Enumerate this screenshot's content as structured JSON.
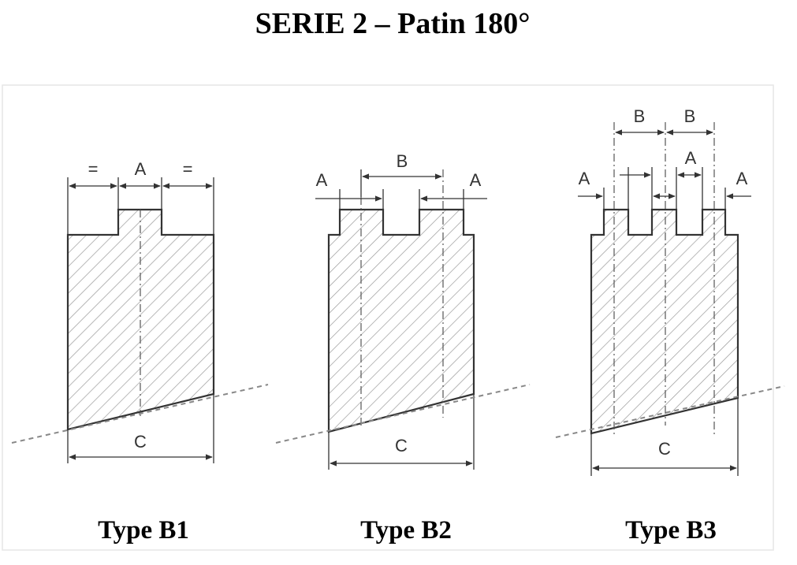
{
  "title": "SERIE 2 – Patin 180°",
  "types": [
    {
      "label": "Type B1",
      "top_labels": [
        "=",
        "A",
        "="
      ],
      "bottom_label": "C"
    },
    {
      "label": "Type B2",
      "top_labels": [
        "A",
        "B",
        "A"
      ],
      "bottom_label": "C"
    },
    {
      "label": "Type B3",
      "top_labels": [
        "B",
        "B",
        "A",
        "A",
        "A"
      ],
      "bottom_label": "C"
    }
  ],
  "colors": {
    "line": "#333333",
    "hatch": "#999999",
    "dash": "#888888"
  }
}
